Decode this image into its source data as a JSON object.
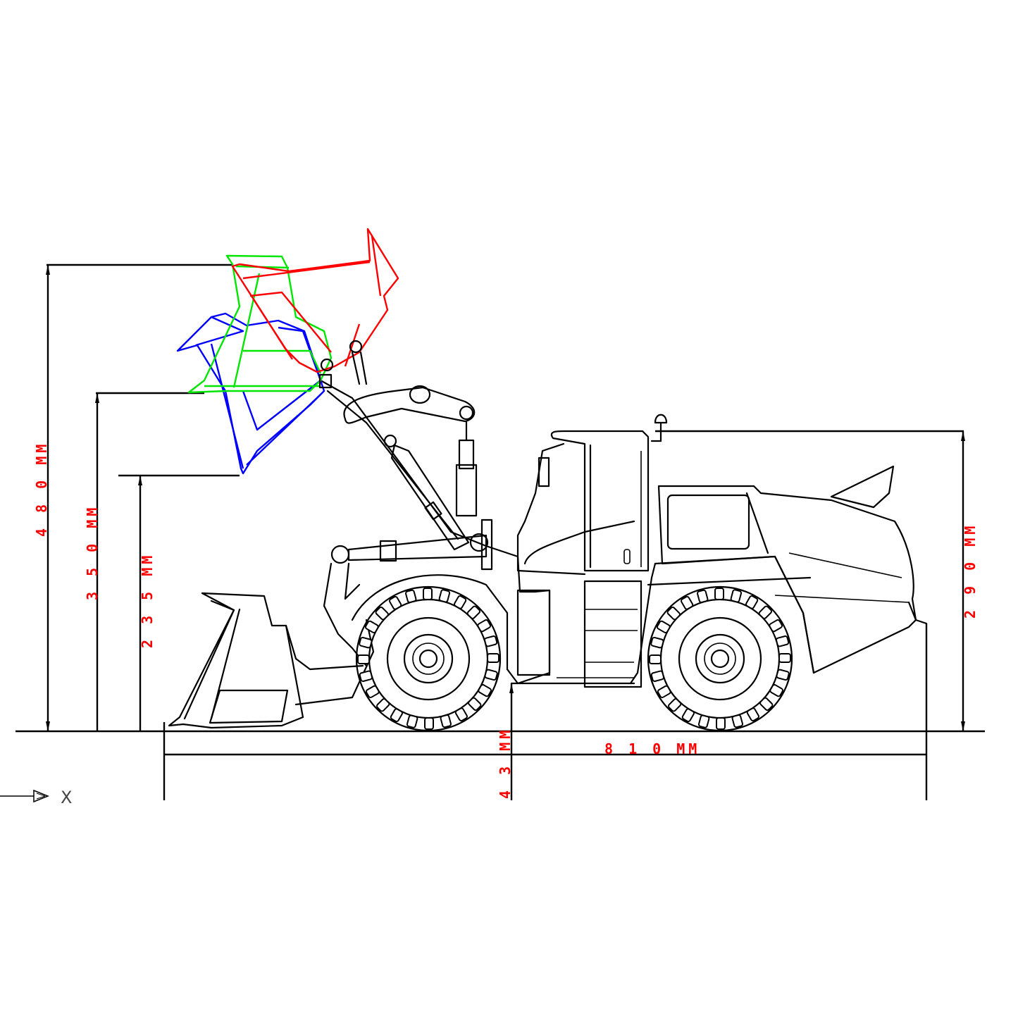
{
  "drawing": {
    "subject": "Wheel loader side elevation with bucket lift positions",
    "colors": {
      "outline": "#000000",
      "dimension_text": "#ff0000",
      "bucket_max_lift": "#ff0000",
      "bucket_mid_lift": "#00e600",
      "bucket_dump": "#0000ff"
    }
  },
  "dimensions": {
    "max_height": "4 8 0 MM",
    "hinge_height": "3 5 0 MM",
    "dump_clearance": "2 3 5 MM",
    "overall_height": "2 9 0 MM",
    "ground_clearance": "4 3 MM",
    "overall_length": "8 1 0 MM"
  },
  "axis": {
    "label": "X",
    "arrow_icon": "arrow-right-icon"
  }
}
